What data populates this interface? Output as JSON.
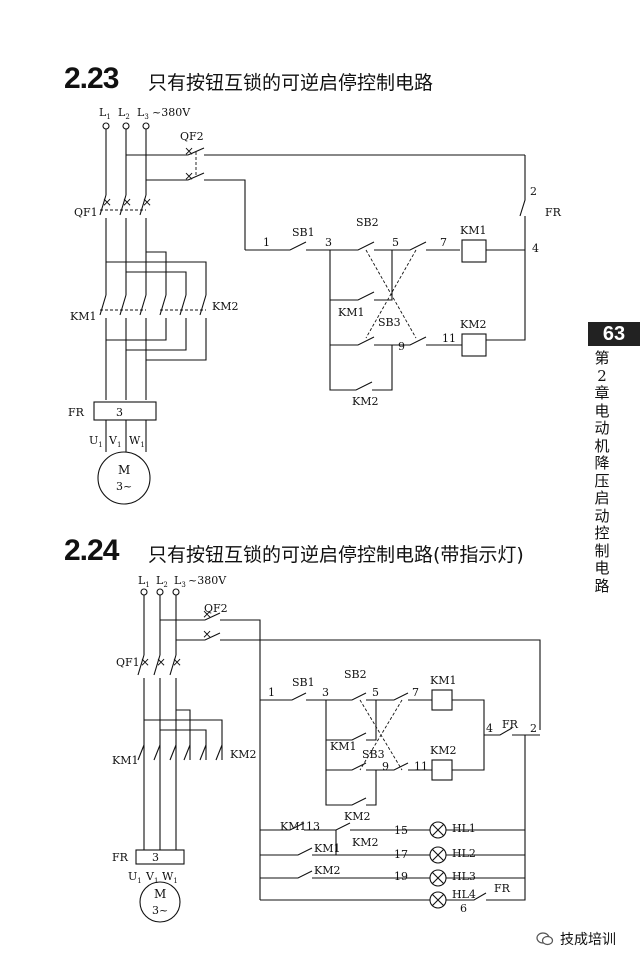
{
  "section1": {
    "number": "2.23",
    "title": "只有按钮互锁的可逆启停控制电路"
  },
  "section2": {
    "number": "2.24",
    "title": "只有按钮互锁的可逆启停控制电路(带指示灯)"
  },
  "side": {
    "page": "63",
    "chapter": "第2章",
    "topic": "电动机降压启动控制电路"
  },
  "watermark": {
    "text": "技成培训"
  },
  "labels": {
    "voltage": "~380V",
    "qf2": "QF2",
    "qf1": "QF1",
    "km1": "KM1",
    "km2": "KM2",
    "fr": "FR",
    "sb1": "SB1",
    "sb2": "SB2",
    "sb3": "SB3",
    "motor": "M",
    "motor_ac": "3~",
    "n1": "1",
    "n2": "2",
    "n3": "3",
    "n4": "4",
    "n5": "5",
    "n6": "6",
    "n7": "7",
    "n9": "9",
    "n11": "11",
    "n13": "13",
    "n15": "15",
    "n17": "17",
    "n19": "19",
    "hl1": "HL1",
    "hl2": "HL2",
    "hl3": "HL3",
    "hl4": "HL4",
    "fr_num": "3"
  }
}
